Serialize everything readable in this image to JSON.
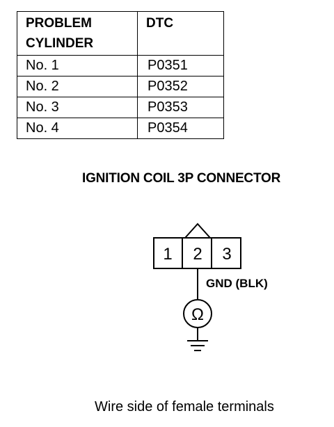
{
  "table": {
    "headers": [
      "PROBLEM CYLINDER",
      "DTC"
    ],
    "rows": [
      {
        "cylinder": "No. 1",
        "dtc": "P0351"
      },
      {
        "cylinder": "No. 2",
        "dtc": "P0352"
      },
      {
        "cylinder": "No. 3",
        "dtc": "P0353"
      },
      {
        "cylinder": "No. 4",
        "dtc": "P0354"
      }
    ]
  },
  "connector": {
    "title": "IGNITION COIL 3P CONNECTOR",
    "pins": [
      "1",
      "2",
      "3"
    ],
    "ground_label": "GND (BLK)",
    "meter_symbol": "Ω",
    "caption": "Wire side of female terminals"
  }
}
